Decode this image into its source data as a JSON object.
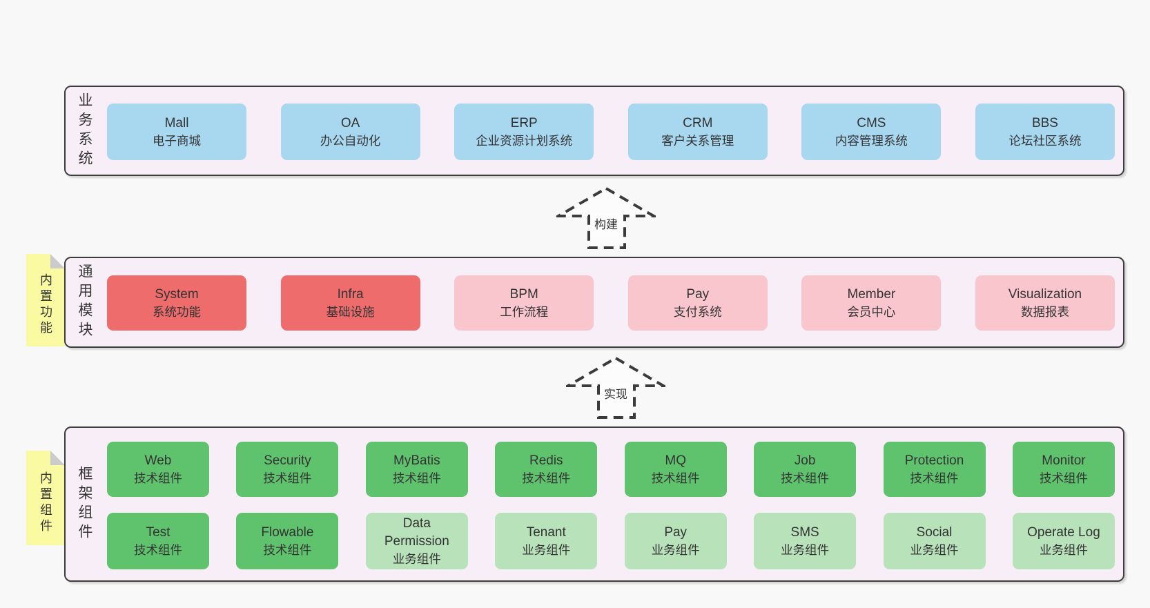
{
  "palette": {
    "page_bg": "#f8f8f8",
    "section_bg": "#f8eef7",
    "section_border": "#3c3c3c",
    "blue_box": "#a8d8f0",
    "red_box": "#ef6c6c",
    "pink_box": "#fac6ce",
    "green_box": "#5fc36e",
    "light_green_box": "#b8e2b9",
    "sticky_bg": "#fafaa2",
    "sticky_fold": "#cbcbcb",
    "text": "#333333"
  },
  "sections": [
    {
      "label": "业务系统",
      "boxes": [
        {
          "title": "Mall",
          "subtitle": "电子商城"
        },
        {
          "title": "OA",
          "subtitle": "办公自动化"
        },
        {
          "title": "ERP",
          "subtitle": "企业资源计划系统"
        },
        {
          "title": "CRM",
          "subtitle": "客户关系管理"
        },
        {
          "title": "CMS",
          "subtitle": "内容管理系统"
        },
        {
          "title": "BBS",
          "subtitle": "论坛社区系统"
        }
      ]
    },
    {
      "label": "通用模块",
      "sticky": "内置功能",
      "boxes": [
        {
          "title": "System",
          "subtitle": "系统功能"
        },
        {
          "title": "Infra",
          "subtitle": "基础设施"
        },
        {
          "title": "BPM",
          "subtitle": "工作流程"
        },
        {
          "title": "Pay",
          "subtitle": "支付系统"
        },
        {
          "title": "Member",
          "subtitle": "会员中心"
        },
        {
          "title": "Visualization",
          "subtitle": "数据报表"
        }
      ]
    },
    {
      "label": "框架组件",
      "sticky": "内置组件",
      "row1": [
        {
          "title": "Web",
          "subtitle": "技术组件"
        },
        {
          "title": "Security",
          "subtitle": "技术组件"
        },
        {
          "title": "MyBatis",
          "subtitle": "技术组件"
        },
        {
          "title": "Redis",
          "subtitle": "技术组件"
        },
        {
          "title": "MQ",
          "subtitle": "技术组件"
        },
        {
          "title": "Job",
          "subtitle": "技术组件"
        },
        {
          "title": "Protection",
          "subtitle": "技术组件"
        },
        {
          "title": "Monitor",
          "subtitle": "技术组件"
        }
      ],
      "row2": [
        {
          "title": "Test",
          "subtitle": "技术组件"
        },
        {
          "title": "Flowable",
          "subtitle": "技术组件"
        },
        {
          "title": "Data Permission",
          "subtitle": "业务组件"
        },
        {
          "title": "Tenant",
          "subtitle": "业务组件"
        },
        {
          "title": "Pay",
          "subtitle": "业务组件"
        },
        {
          "title": "SMS",
          "subtitle": "业务组件"
        },
        {
          "title": "Social",
          "subtitle": "业务组件"
        },
        {
          "title": "Operate Log",
          "subtitle": "业务组件"
        }
      ]
    }
  ],
  "arrows": [
    {
      "label": "构建"
    },
    {
      "label": "实现"
    }
  ]
}
